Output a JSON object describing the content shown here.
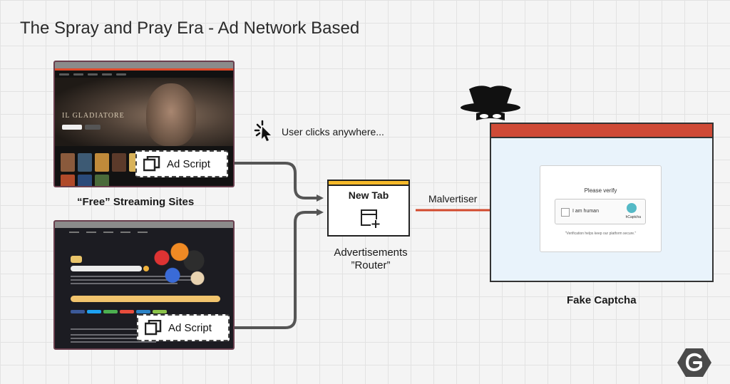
{
  "title": "The Spray and Pray Era - Ad Network Based",
  "sites": {
    "site1_label": "“Free” Streaming Sites",
    "site1_hero_text": "IL GLADIATORE"
  },
  "ad_script": {
    "label": "Ad Script",
    "icon": "layers-icon"
  },
  "user_action": {
    "text": "User clicks anywhere...",
    "icon": "cursor-click-icon"
  },
  "new_tab": {
    "label": "New Tab",
    "icon": "new-tab-icon",
    "caption_line1": "Advertisements",
    "caption_line2": "”Router”"
  },
  "malvertiser": {
    "label": "Malvertiser"
  },
  "fake_captcha": {
    "title": "Please verify",
    "checkbox_label": "I am human",
    "provider": "hCaptcha",
    "note": "\"Verification helps keep our platform secure.\"",
    "caption": "Fake Captcha"
  },
  "colors": {
    "accent_red": "#cf4a36",
    "accent_yellow": "#f5b92a",
    "arrow_gray": "#555555"
  },
  "icons": {
    "attacker": "hat-spy-icon",
    "brand": "g-logo-icon"
  }
}
